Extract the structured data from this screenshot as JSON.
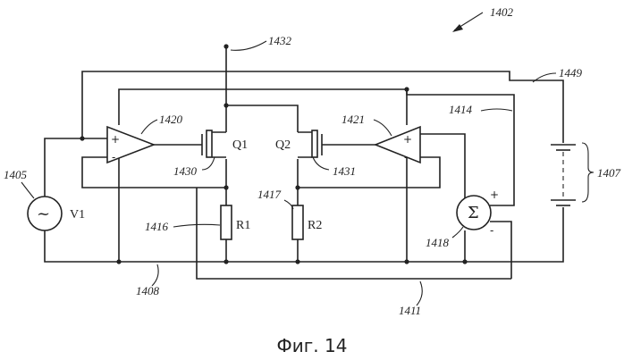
{
  "figure_id": "1402",
  "caption": "Фиг. 14",
  "components": {
    "source": {
      "label": "V1",
      "ref": "1405",
      "glyph": "~"
    },
    "opamp_left": {
      "ref": "1420",
      "plus": "+",
      "minus": "-"
    },
    "opamp_right": {
      "ref": "1421",
      "plus": "+",
      "minus": "-"
    },
    "transistor_left": {
      "label": "Q1",
      "ref": "1430"
    },
    "transistor_right": {
      "label": "Q2",
      "ref": "1431"
    },
    "resistor_left": {
      "label": "R1",
      "ref": "1416"
    },
    "resistor_right": {
      "label": "R2",
      "ref": "1417"
    },
    "summer": {
      "glyph": "Σ",
      "ref": "1418",
      "plus": "+",
      "minus": "-"
    },
    "battery": {
      "ref": "1407"
    }
  },
  "nets": {
    "supply_node": "1432",
    "top_wire": "1449",
    "sum_wire": "1414",
    "ground_wire": "1408",
    "bottom_wire": "1411"
  }
}
